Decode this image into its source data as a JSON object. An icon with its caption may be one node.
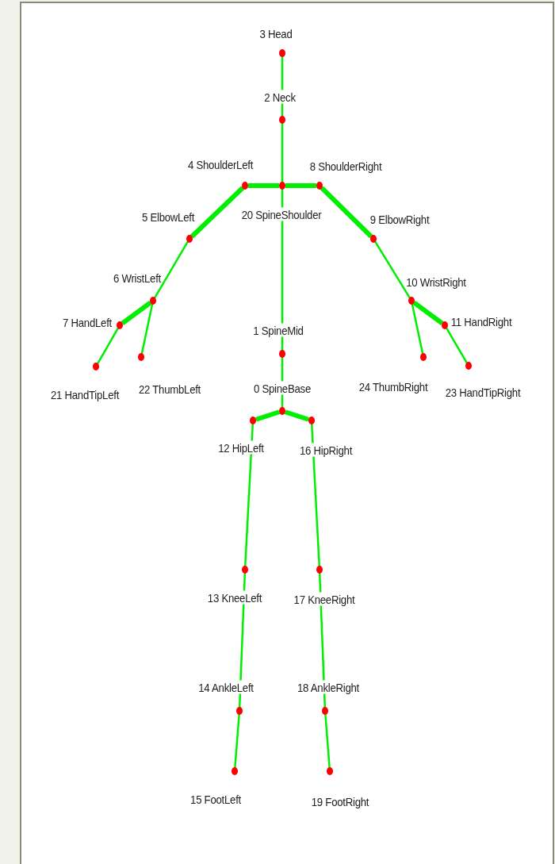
{
  "diagram": {
    "nodes": [
      {
        "text": [],
        "shape": "circle",
        "beside": [
          "0 SpineBase"
        ]
      },
      {
        "text": [],
        "shape": "circle",
        "beside": [
          "1 SpineMid"
        ]
      },
      {
        "text": [],
        "shape": "circle",
        "beside": [
          "2 Neck"
        ]
      },
      {
        "text": [],
        "shape": "circle",
        "beside": [
          "3 Head"
        ]
      },
      {
        "text": [],
        "shape": "circle",
        "beside": [
          "4 ShoulderLeft"
        ]
      },
      {
        "text": [],
        "shape": "circle",
        "beside": [
          "5 ElbowLeft"
        ]
      },
      {
        "text": [],
        "shape": "circle",
        "beside": [
          "6 WristLeft"
        ]
      },
      {
        "text": [],
        "shape": "circle",
        "beside": [
          "7 HandLeft"
        ]
      },
      {
        "text": [],
        "shape": "circle",
        "beside": [
          "8 ShoulderRight"
        ]
      },
      {
        "text": [],
        "shape": "circle",
        "beside": [
          "9 ElbowRight"
        ]
      },
      {
        "text": [],
        "shape": "circle",
        "beside": [
          "10 WristRight"
        ]
      },
      {
        "text": [],
        "shape": "circle",
        "beside": [
          "11 HandRight"
        ]
      },
      {
        "text": [],
        "shape": "circle",
        "beside": [
          "12 HipLeft"
        ]
      },
      {
        "text": [],
        "shape": "circle",
        "beside": [
          "13 KneeLeft"
        ]
      },
      {
        "text": [],
        "shape": "circle",
        "beside": [
          "14 AnkleLeft"
        ]
      },
      {
        "text": [],
        "shape": "circle",
        "beside": [
          "15 FootLeft"
        ]
      },
      {
        "text": [],
        "shape": "circle",
        "beside": [
          "16 HipRight"
        ]
      },
      {
        "text": [],
        "shape": "circle",
        "beside": [
          "17 KneeRight"
        ]
      },
      {
        "text": [],
        "shape": "circle",
        "beside": [
          "18 AnkleRight"
        ]
      },
      {
        "text": [],
        "shape": "circle",
        "beside": [
          "19 FootRight"
        ]
      },
      {
        "text": [],
        "shape": "circle",
        "beside": [
          "20 SpineShoulder"
        ]
      },
      {
        "text": [],
        "shape": "circle",
        "beside": [
          "21 HandTipLeft"
        ]
      },
      {
        "text": [],
        "shape": "circle",
        "beside": [
          "22 ThumbLeft"
        ]
      },
      {
        "text": [],
        "shape": "circle",
        "beside": [
          "23 HandTipRight"
        ]
      },
      {
        "text": [],
        "shape": "circle",
        "beside": [
          "24 ThumbRight"
        ]
      }
    ],
    "edges": [
      {
        "from": 3,
        "to": 2,
        "arrow": "none"
      },
      {
        "from": 2,
        "to": 20,
        "arrow": "none"
      },
      {
        "from": 20,
        "to": 4,
        "arrow": "none",
        "style": "thick"
      },
      {
        "from": 20,
        "to": 8,
        "arrow": "none",
        "style": "thick"
      },
      {
        "from": 4,
        "to": 5,
        "arrow": "none",
        "style": "thick"
      },
      {
        "from": 5,
        "to": 6,
        "arrow": "none"
      },
      {
        "from": 6,
        "to": 7,
        "arrow": "none",
        "style": "thick"
      },
      {
        "from": 7,
        "to": 21,
        "arrow": "none"
      },
      {
        "from": 6,
        "to": 22,
        "arrow": "none"
      },
      {
        "from": 8,
        "to": 9,
        "arrow": "none",
        "style": "thick"
      },
      {
        "from": 9,
        "to": 10,
        "arrow": "none"
      },
      {
        "from": 10,
        "to": 11,
        "arrow": "none",
        "style": "thick"
      },
      {
        "from": 11,
        "to": 23,
        "arrow": "none"
      },
      {
        "from": 10,
        "to": 24,
        "arrow": "none"
      },
      {
        "from": 20,
        "to": 1,
        "arrow": "none"
      },
      {
        "from": 1,
        "to": 0,
        "arrow": "none"
      },
      {
        "from": 0,
        "to": 12,
        "arrow": "none",
        "style": "thick"
      },
      {
        "from": 0,
        "to": 16,
        "arrow": "none",
        "style": "thick"
      },
      {
        "from": 12,
        "to": 13,
        "arrow": "none"
      },
      {
        "from": 13,
        "to": 14,
        "arrow": "none"
      },
      {
        "from": 14,
        "to": 15,
        "arrow": "none"
      },
      {
        "from": 16,
        "to": 17,
        "arrow": "none"
      },
      {
        "from": 17,
        "to": 18,
        "arrow": "none"
      },
      {
        "from": 18,
        "to": 19,
        "arrow": "none"
      }
    ]
  }
}
